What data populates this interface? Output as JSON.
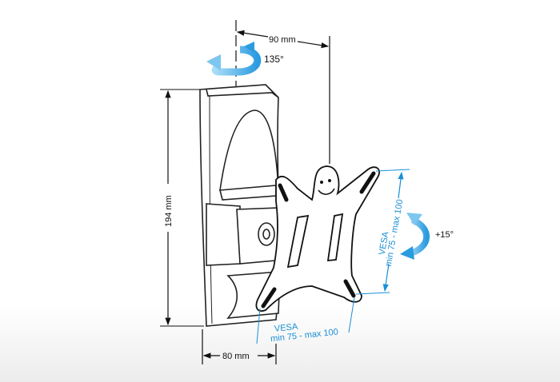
{
  "dimensions": {
    "depth": "90 mm",
    "height": "194 mm",
    "width": "80 mm"
  },
  "rotation": {
    "swivel": "135°",
    "tilt": "+15°"
  },
  "vesa": {
    "vertical_title": "VESA",
    "vertical_range": "min 75 - max 100",
    "horizontal_title": "VESA",
    "horizontal_range": "min 75 - max 100"
  },
  "colors": {
    "accent": "#1a8fd6",
    "arrow": "#5bb8ea",
    "line": "#1a1a1a"
  }
}
